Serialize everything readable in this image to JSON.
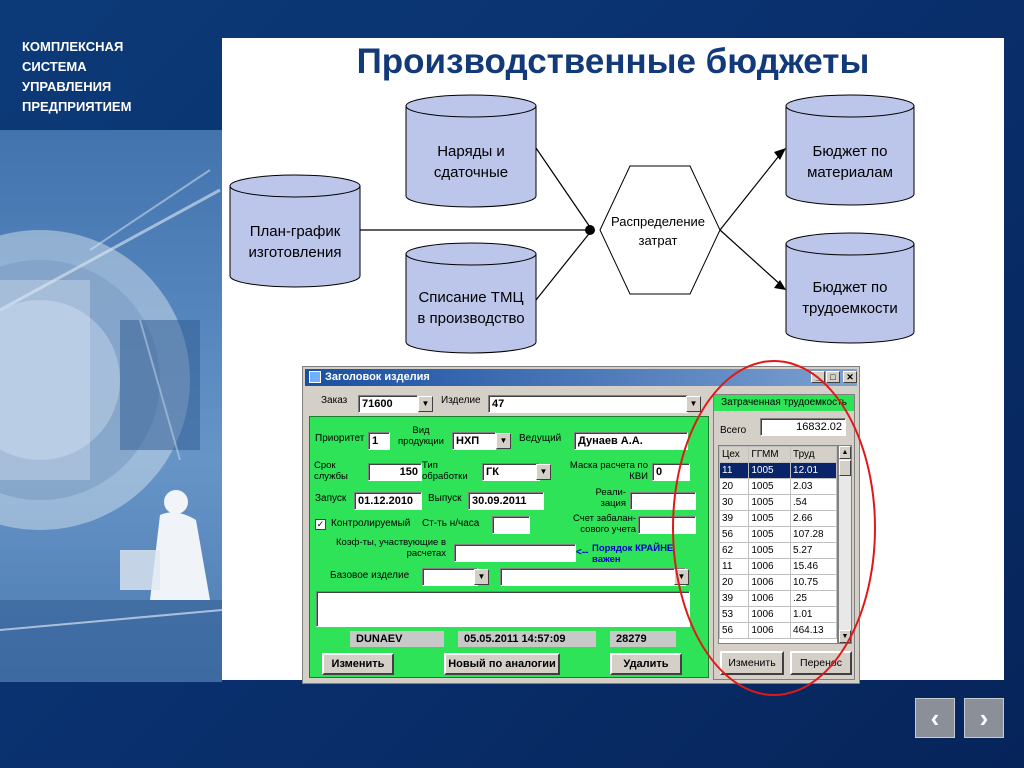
{
  "company": [
    "КОМПЛЕКСНАЯ",
    "СИСТЕМА",
    "УПРАВЛЕНИЯ",
    "ПРЕДПРИЯТИЕМ"
  ],
  "slide_title": "Производственные бюджеты",
  "diagram": {
    "orders": [
      "Наряды и",
      "сдаточные"
    ],
    "plan": [
      "План-график",
      "изготовления"
    ],
    "writeoff": [
      "Списание ТМЦ",
      "в производство"
    ],
    "distribution": [
      "Распределение",
      "затрат"
    ],
    "budget_materials": [
      "Бюджет по",
      "материалам"
    ],
    "budget_labor": [
      "Бюджет по",
      "трудоемкости"
    ]
  },
  "window": {
    "title": "Заголовок изделия",
    "controls": [
      "_",
      "□",
      "✕"
    ],
    "order_label": "Заказ",
    "order_value": "71600",
    "product_label": "Изделие",
    "product_value": "47",
    "form": {
      "priority_label": "Приоритет",
      "priority_value": "1",
      "product_type_label": "Вид продукции",
      "product_type_value": "НХП",
      "lead_label": "Ведущий",
      "lead_value": "Дунаев А.А.",
      "service_life_label": "Срок службы",
      "service_life_value": "150",
      "processing_type_label": "Тип обработки",
      "processing_type_value": "ГК",
      "kvi_mask_label": "Маска расчета по КВИ",
      "kvi_mask_value": "0",
      "launch_label": "Запуск",
      "launch_value": "01.12.2010",
      "release_label": "Выпуск",
      "release_value": "30.09.2011",
      "realization_label": "Реали- зация",
      "realization_value": "",
      "controlled_label": "Контролируемый",
      "controlled_checked": true,
      "hourly_rate_label": "Ст-ть н/часа",
      "hourly_rate_value": "",
      "offbalance_label": "Счет забалан- сового учета",
      "offbalance_value": "",
      "coef_label": "Коэф-ты, участвующие в расчетах",
      "coef_value": "",
      "note_arrow": "<--",
      "note_text": "Порядок КРАЙНЕ важен",
      "base_product_label": "Базовое изделие",
      "base_product_value": "",
      "base_product_desc": "",
      "memo_value": "",
      "user": "DUNAEV",
      "datetime": "05.05.2011 14:57:09",
      "record_id": "28279",
      "edit_button": "Изменить",
      "new_like_button": "Новый по аналогии",
      "delete_button": "Удалить"
    },
    "labor": {
      "header": "Затраченная трудоемкость",
      "total_label": "Всего",
      "total_value": "16832.02",
      "columns": [
        "Цех",
        "ГГММ",
        "Труд"
      ],
      "rows": [
        [
          "11",
          "1005",
          "12.01"
        ],
        [
          "20",
          "1005",
          "2.03"
        ],
        [
          "30",
          "1005",
          ".54"
        ],
        [
          "39",
          "1005",
          "2.66"
        ],
        [
          "56",
          "1005",
          "107.28"
        ],
        [
          "62",
          "1005",
          "5.27"
        ],
        [
          "11",
          "1006",
          "15.46"
        ],
        [
          "20",
          "1006",
          "10.75"
        ],
        [
          "39",
          "1006",
          ".25"
        ],
        [
          "53",
          "1006",
          "1.01"
        ],
        [
          "56",
          "1006",
          "464.13"
        ]
      ],
      "change_button": "Изменить",
      "transfer_button": "Перенос"
    }
  },
  "nav": {
    "prev": "‹",
    "next": "›"
  },
  "colors": {
    "slide_bg": "#0a3270",
    "title": "#123a7a",
    "form_green": "#2ee358",
    "highlight_oval": "#e01818"
  }
}
